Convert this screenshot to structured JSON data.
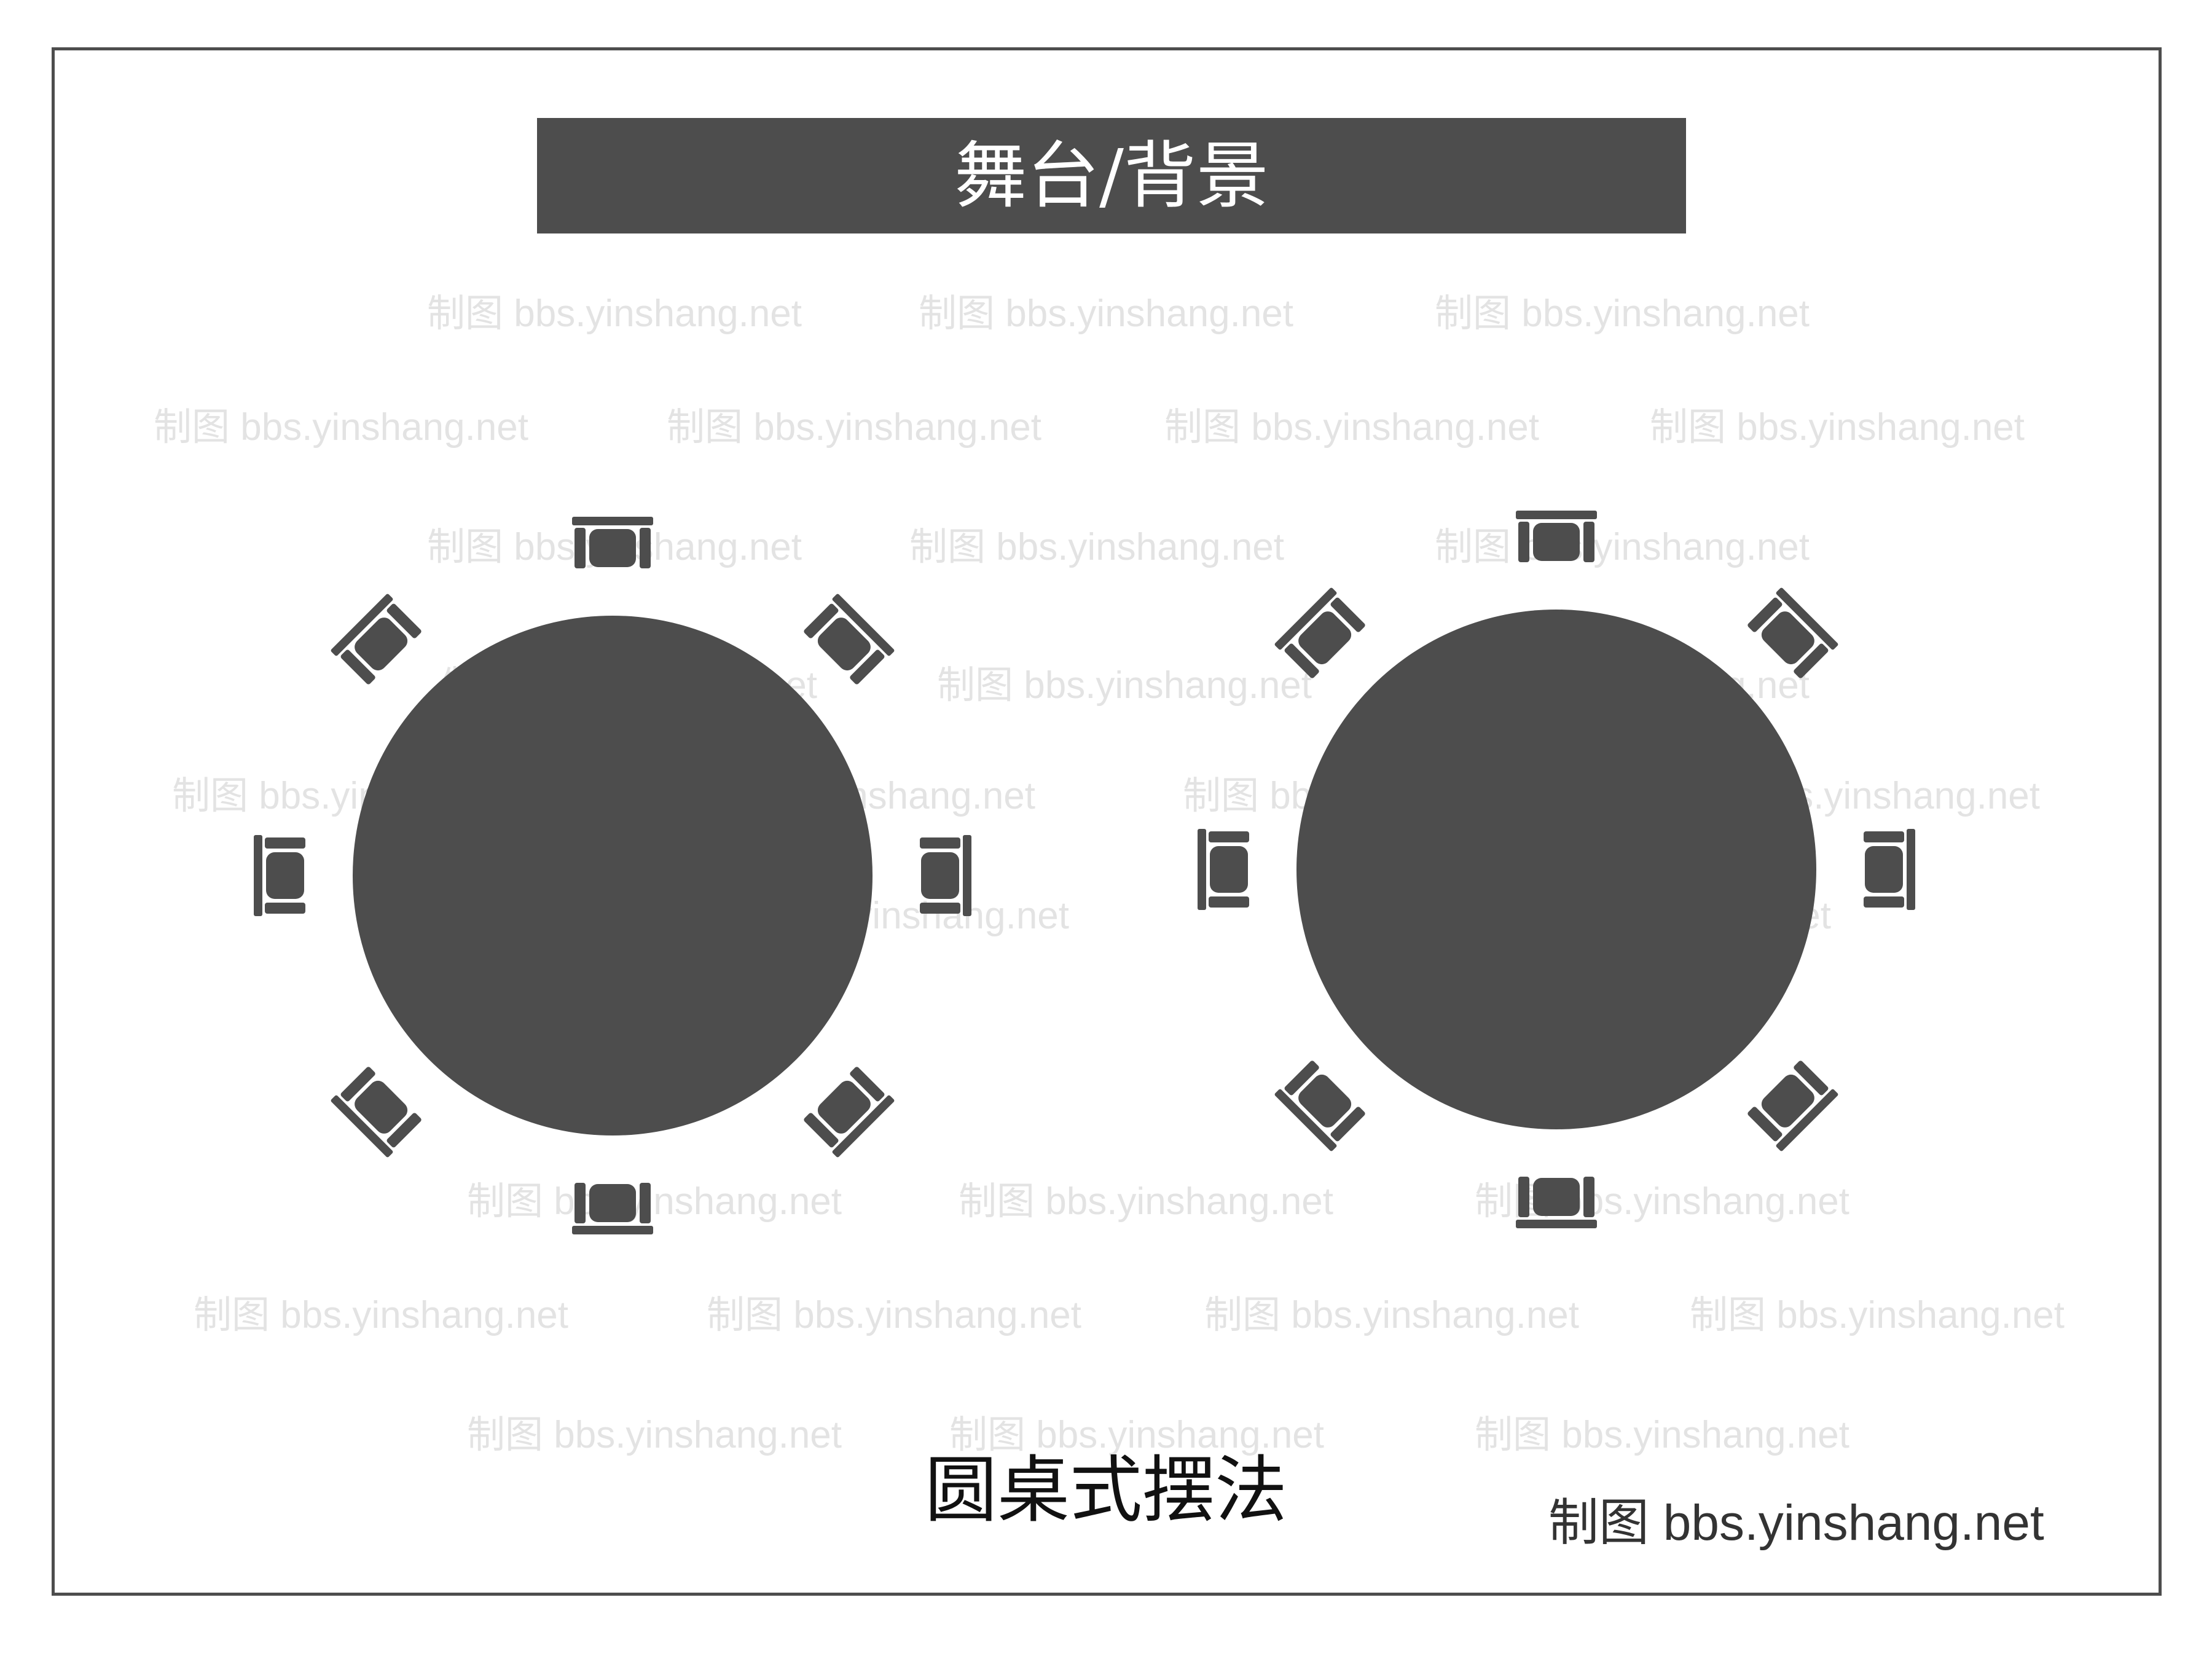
{
  "stage": {
    "label": "舞台/背景"
  },
  "caption": "圆桌式摆法",
  "credit": "制图 bbs.yinshang.net",
  "watermark_text": "制图 bbs.yinshang.net",
  "colors": {
    "fill": "#4d4d4d",
    "frame": "#4d4d4d",
    "background": "#ffffff"
  },
  "tables": [
    {
      "name": "table-left",
      "chairs": 8
    },
    {
      "name": "table-right",
      "chairs": 8
    }
  ]
}
